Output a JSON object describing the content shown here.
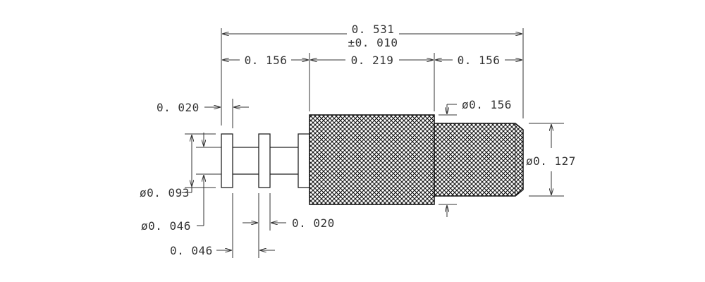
{
  "drawing": {
    "overall_length": "0. 531",
    "overall_tolerance": "±0. 010",
    "seg_left": "0. 156",
    "seg_middle": "0. 219",
    "seg_right": "0. 156",
    "flange_thickness_top": "0. 020",
    "flange_od": "ø0. 093",
    "shaft_dia": "ø0. 046",
    "flange_thickness_bottom": "0. 020",
    "shaft_gap": "0. 046",
    "knurl_dia": "ø0. 156",
    "tip_dia": "ø0. 127"
  },
  "colors": {
    "line": "#333333",
    "background": "#ffffff"
  }
}
